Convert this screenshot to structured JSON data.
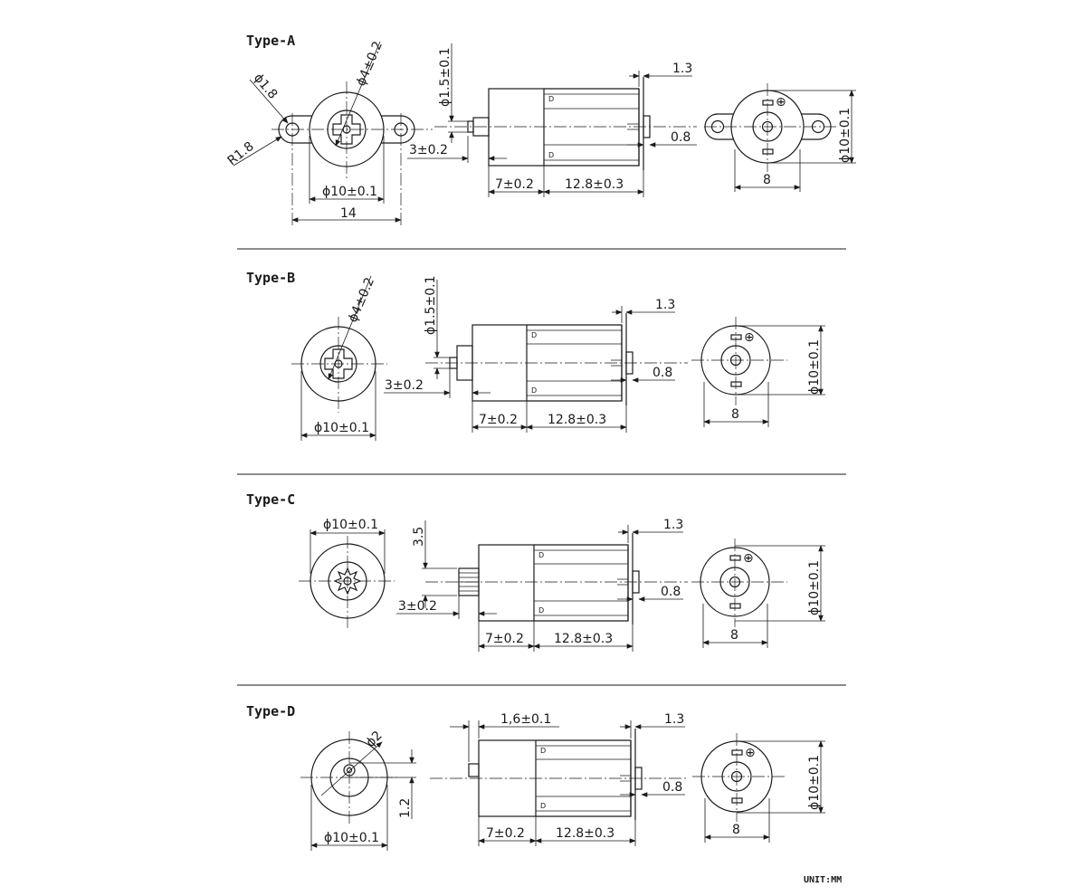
{
  "colors": {
    "line": "#1a1a1a",
    "background": "#ffffff"
  },
  "unit_label": "UNIT:MM",
  "type_a": {
    "title": "Type-A",
    "shaft_dia": "ϕ4±0.2",
    "hole_dia": "ϕ1.8",
    "radius": "R1.8",
    "body_dia": "ϕ10±0.1",
    "mount_span": "14",
    "shaft_tip_dia": "ϕ1.5±0.1",
    "shaft_len": "3±0.2",
    "gearbox_len": "7±0.2",
    "motor_len": "12.8±0.3",
    "terminal_gap": "1.3",
    "terminal_thk": "0.8",
    "rear_dia": "ϕ10±0.1",
    "rear_width": "8",
    "plus_mark": "⊕"
  },
  "type_b": {
    "title": "Type-B",
    "shaft_dia": "ϕ4±0.2",
    "body_dia": "ϕ10±0.1",
    "shaft_tip_dia": "ϕ1.5±0.1",
    "shaft_len": "3±0.2",
    "gearbox_len": "7±0.2",
    "motor_len": "12.8±0.3",
    "terminal_gap": "1.3",
    "terminal_thk": "0.8",
    "rear_dia": "ϕ10±0.1",
    "rear_width": "8",
    "plus_mark": "⊕"
  },
  "type_c": {
    "title": "Type-C",
    "body_dia": "ϕ10±0.1",
    "gear_height": "3.5",
    "shaft_len": "3±0.2",
    "gearbox_len": "7±0.2",
    "motor_len": "12.8±0.3",
    "terminal_gap": "1.3",
    "terminal_thk": "0.8",
    "rear_dia": "ϕ10±0.1",
    "rear_width": "8",
    "plus_mark": "⊕"
  },
  "type_d": {
    "title": "Type-D",
    "shaft_dia": "ϕ2",
    "offset": "1.2",
    "body_dia": "ϕ10±0.1",
    "boss_len": "1,6±0.1",
    "gearbox_len": "7±0.2",
    "motor_len": "12.8±0.3",
    "terminal_gap": "1.3",
    "terminal_thk": "0.8",
    "rear_dia": "ϕ10±0.1",
    "rear_width": "8",
    "plus_mark": "⊕"
  }
}
